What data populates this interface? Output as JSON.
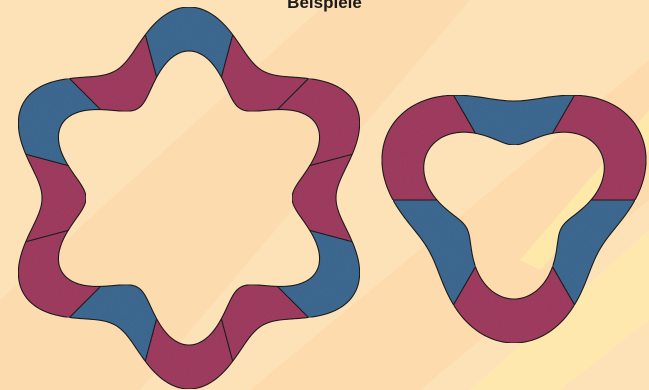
{
  "title": "Beispiele",
  "colors": {
    "background": "#fde2b8",
    "blue": "#3f6b94",
    "red": "#a33d62",
    "outline": "#1b1b1b"
  },
  "shapes": [
    {
      "name": "six-lobe-ring",
      "segments": [
        "blue",
        "red",
        "red",
        "red",
        "blue",
        "red",
        "red",
        "blue",
        "red",
        "red",
        "blue",
        "red"
      ]
    },
    {
      "name": "three-lobe-ring",
      "segments": [
        "blue",
        "red",
        "blue",
        "red",
        "blue",
        "red"
      ]
    }
  ]
}
